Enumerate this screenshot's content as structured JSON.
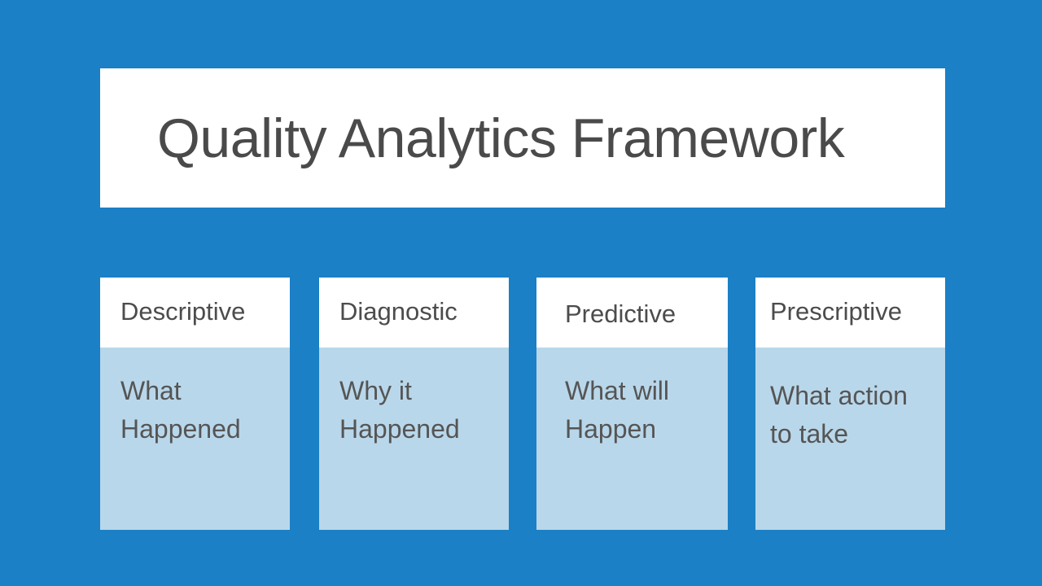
{
  "slide": {
    "background_color": "#1b80c5",
    "title": "Quality Analytics Framework",
    "title_color": "#4a4a4a",
    "title_banner_color": "#ffffff"
  },
  "cards": [
    {
      "header": "Descriptive",
      "body": "What\nHappened",
      "header_bg": "#ffffff",
      "body_bg": "#b9d7ea"
    },
    {
      "header": "Diagnostic",
      "body": "Why it\nHappened",
      "header_bg": "#ffffff",
      "body_bg": "#b9d7ea"
    },
    {
      "header": "Predictive",
      "body": "What will\nHappen",
      "header_bg": "#ffffff",
      "body_bg": "#b9d7ea"
    },
    {
      "header": "Prescriptive",
      "body": "What action\nto take",
      "header_bg": "#ffffff",
      "body_bg": "#b9d7ea"
    }
  ]
}
